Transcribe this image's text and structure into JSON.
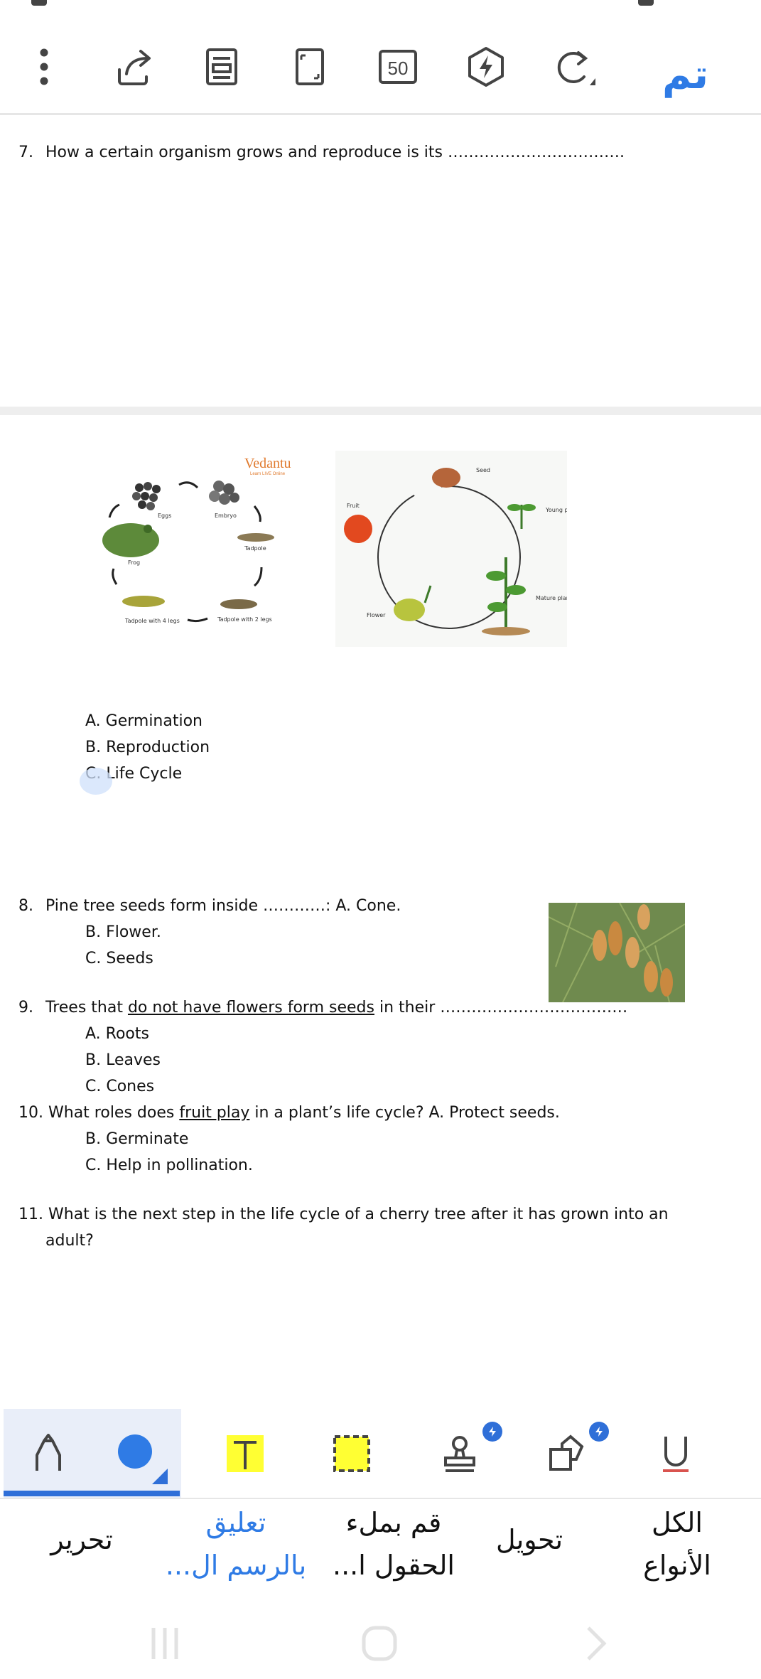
{
  "toolbar": {
    "done_label": "تم",
    "counter_label": "50",
    "icons": [
      "more-vert-icon",
      "share-icon",
      "reader-mode-icon",
      "fullscreen-icon",
      "page-count-icon",
      "quick-action-icon",
      "redo-icon"
    ]
  },
  "document": {
    "q7": {
      "number": "7.",
      "text": "How a certain organism grows and reproduce is its ……………………………."
    },
    "frog_cycle": {
      "brand": "Vedantu",
      "brand_sub": "Learn LIVE Online",
      "labels": [
        "Eggs",
        "Embryo",
        "Tadpole",
        "Tadpole with 2 legs",
        "Tadpole with 4 legs",
        "Frog"
      ]
    },
    "plant_cycle": {
      "labels": [
        "Seed",
        "Young plant",
        "Mature plant",
        "Flower",
        "Fruit"
      ]
    },
    "q7_options": [
      "A.  Germination",
      "B.  Reproduction",
      "C.  Life Cycle"
    ],
    "q8": {
      "number": "8.",
      "text": "Pine tree seeds form inside …………: A. Cone."
    },
    "q8_options": [
      "B.  Flower.",
      "C.  Seeds"
    ],
    "q9": {
      "number": "9.",
      "text_before": "Trees that ",
      "text_underlined": "do not have flowers form seeds",
      "text_after": " in their ………………………………"
    },
    "q9_options": [
      "A.  Roots",
      "B.  Leaves",
      "C.  Cones"
    ],
    "q10": {
      "number": "10.",
      "text_before": "What roles does ",
      "text_underlined": "fruit play",
      "text_after": " in a plant’s life cycle? A. Protect seeds."
    },
    "q10_options": [
      "B.  Germinate",
      "C.  Help in pollination."
    ],
    "q11": {
      "number": "11.",
      "line1": "What is the next step in the life cycle of a cherry tree after it has grown into an",
      "line2": "adult?"
    }
  },
  "bottom_tools": {
    "icons": [
      "pen-icon",
      "color-dot-icon",
      "text-tool-icon",
      "selection-tool-icon",
      "stamp-icon",
      "shapes-icon",
      "underline-icon"
    ],
    "selected_color": "#2f7be5",
    "highlight_color": "#ffff33"
  },
  "tabs": [
    {
      "line1": "تحرير",
      "line2": ""
    },
    {
      "line1": "تعليق",
      "line2": "بالرسم ال..."
    },
    {
      "line1": "قم بملء",
      "line2": "الحقول ا..."
    },
    {
      "line1": "تحويل",
      "line2": ""
    },
    {
      "line1": "الكل",
      "line2": "الأنواع"
    }
  ],
  "nav": {
    "icons": [
      "recent-apps-icon",
      "home-icon",
      "back-icon"
    ]
  }
}
